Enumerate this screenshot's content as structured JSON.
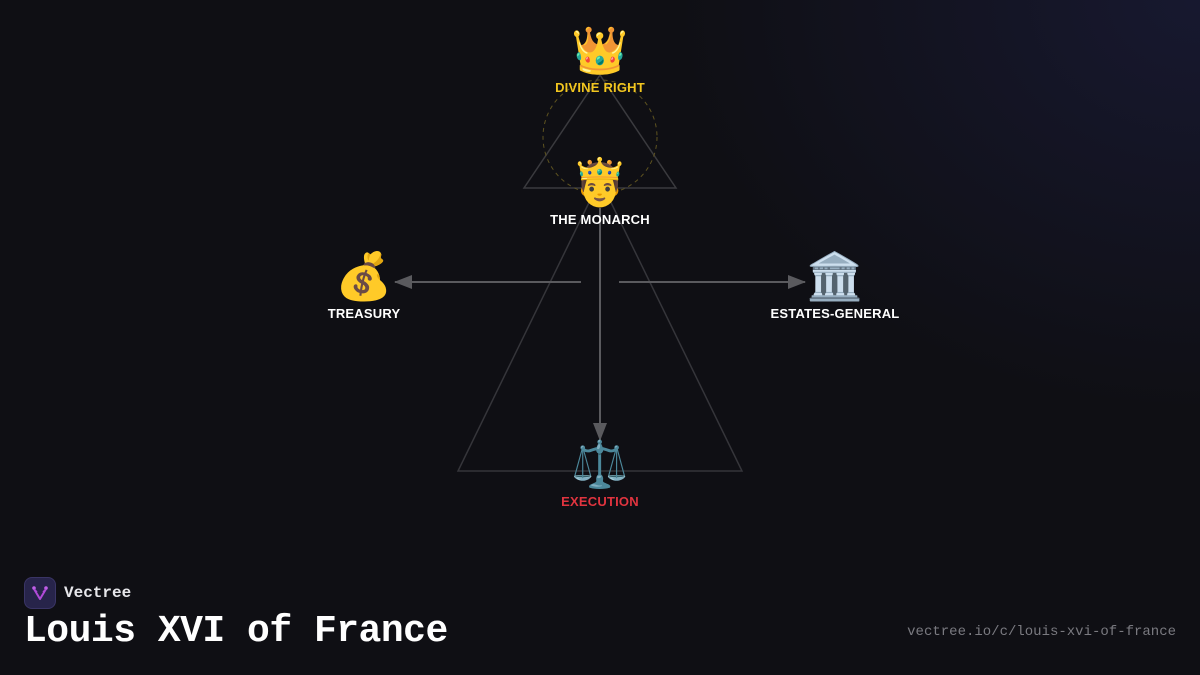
{
  "diagram": {
    "nodes": {
      "divine_right": {
        "label": "DIVINE RIGHT",
        "icon": "crown-icon",
        "glyph": "👑",
        "color": "#f2c61f"
      },
      "monarch": {
        "label": "THE MONARCH",
        "icon": "prince-icon",
        "glyph": "🤴",
        "color": "#ffffff"
      },
      "treasury": {
        "label": "TREASURY",
        "icon": "money-bag-icon",
        "glyph": "💰",
        "color": "#ffffff"
      },
      "estates": {
        "label": "ESTATES-GENERAL",
        "icon": "classical-building-icon",
        "glyph": "🏛️",
        "color": "#ffffff"
      },
      "execution": {
        "label": "EXECUTION",
        "icon": "balance-scale-icon",
        "glyph": "⚖️",
        "color": "#e0343f"
      }
    },
    "edges": [
      {
        "from": "monarch",
        "to": "treasury"
      },
      {
        "from": "monarch",
        "to": "estates"
      },
      {
        "from": "monarch",
        "to": "execution"
      }
    ]
  },
  "brand": {
    "name": "Vectree"
  },
  "title": "Louis XVI of France",
  "url": "vectree.io/c/louis-xvi-of-france"
}
